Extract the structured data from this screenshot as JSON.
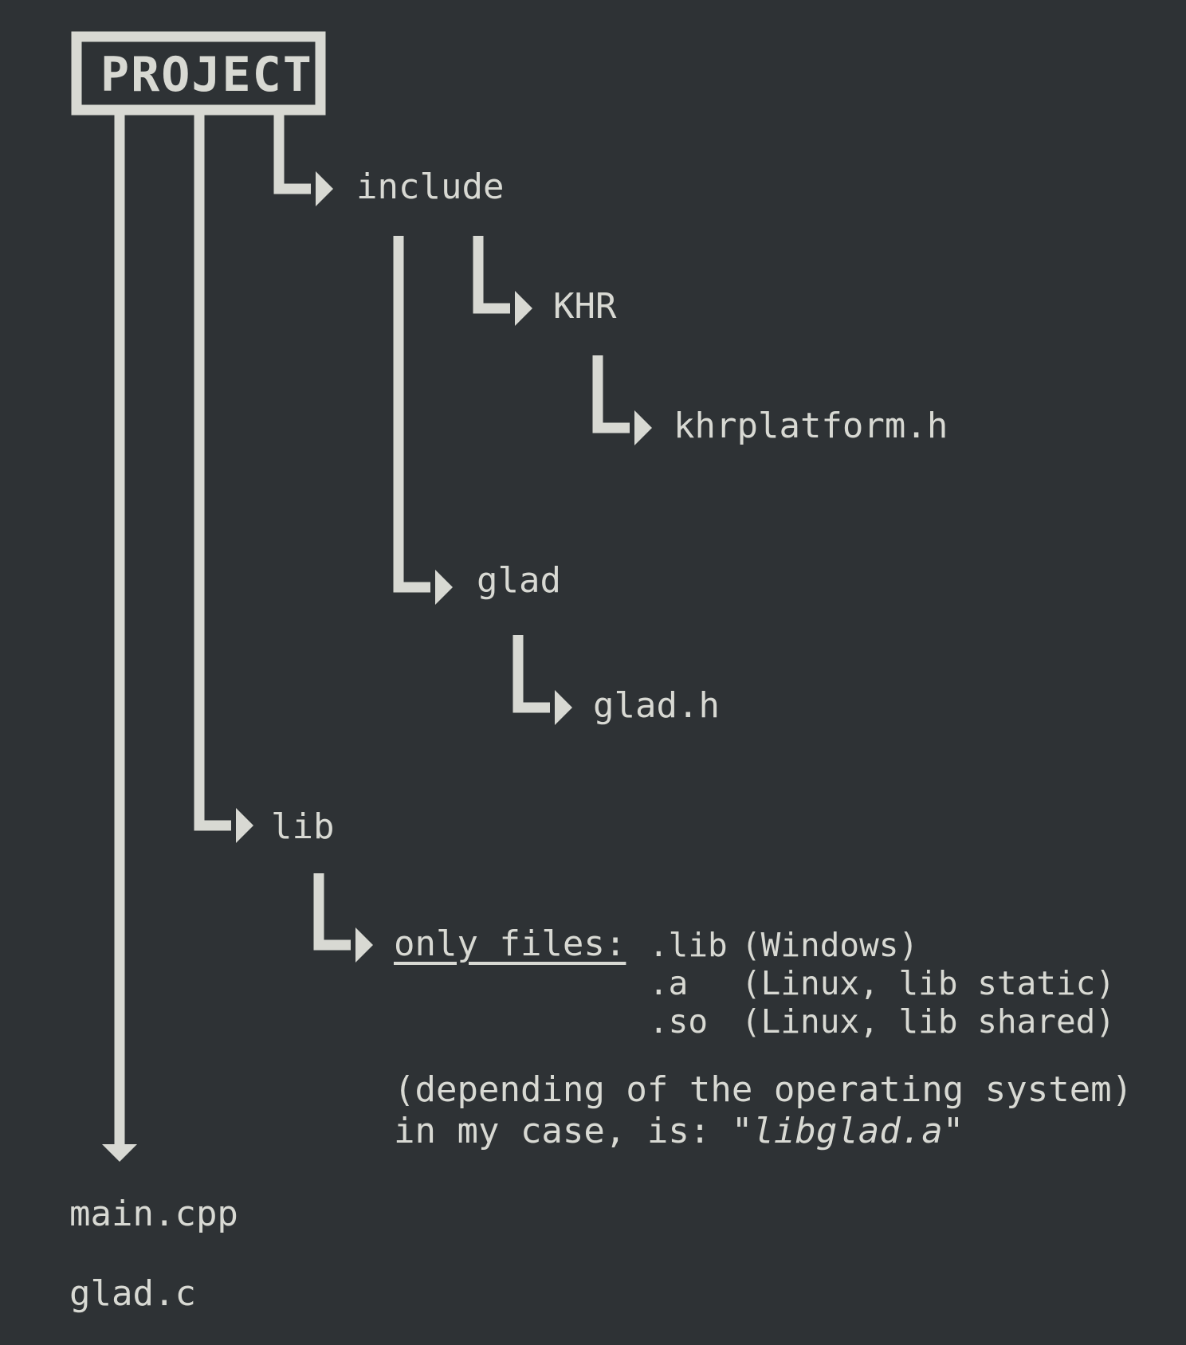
{
  "diagram": {
    "root": "PROJECT",
    "folders": {
      "include": "include",
      "khr": "KHR",
      "glad": "glad",
      "lib": "lib"
    },
    "files": {
      "khrplatform_h": "khrplatform.h",
      "glad_h": "glad.h",
      "main_cpp": "main.cpp",
      "glad_c": "glad.c"
    },
    "lib_note": {
      "prefix": "only files:",
      "rows": [
        {
          "ext": ".lib",
          "desc": "(Windows)"
        },
        {
          "ext": ".a",
          "desc": "(Linux, lib static)"
        },
        {
          "ext": ".so",
          "desc": "(Linux, lib shared)"
        }
      ],
      "line1": "(depending of the operating system)",
      "line2_prefix": "in my case, is: \"",
      "line2_value": "libglad.a",
      "line2_suffix": "\""
    },
    "colors": {
      "background": "#2e3235",
      "foreground": "#d8d9d3"
    }
  }
}
